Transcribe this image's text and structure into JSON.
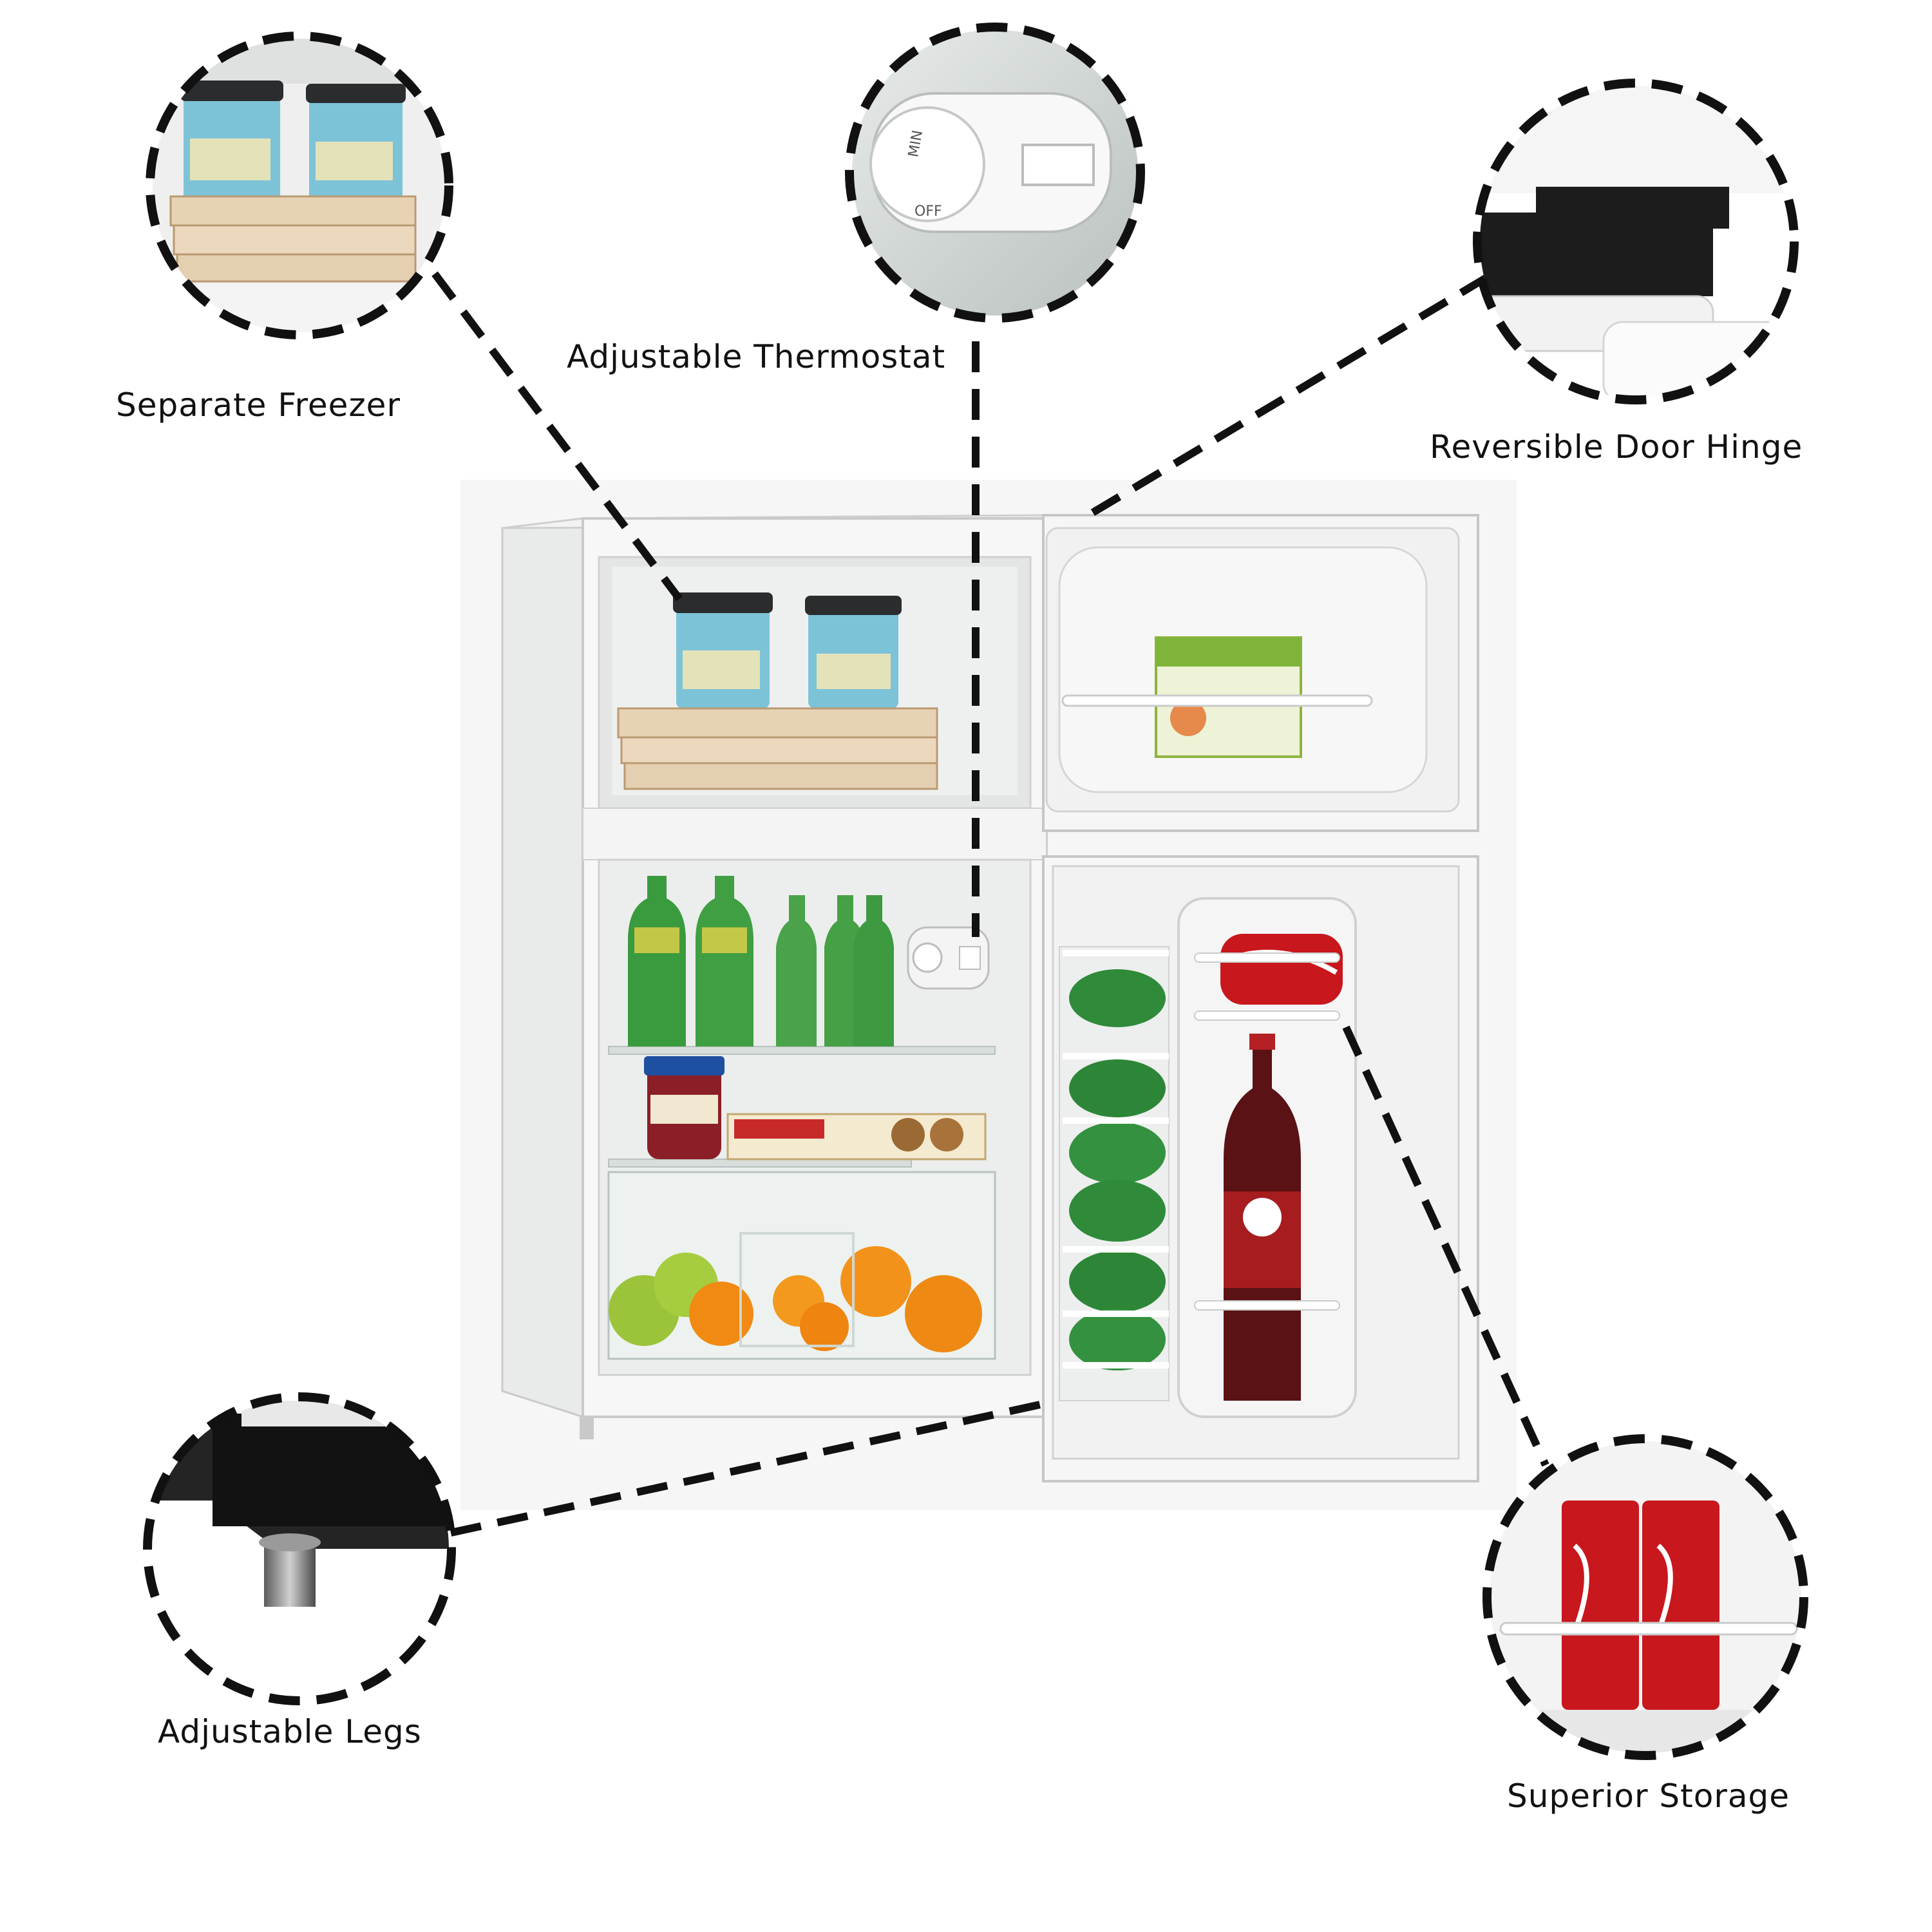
{
  "labels": {
    "separate_freezer": "Separate Freezer",
    "adjustable_thermostat": "Adjustable Thermostat",
    "reversible_door_hinge": "Reversible Door Hinge",
    "adjustable_legs": "Adjustable Legs",
    "superior_storage": "Superior Storage"
  },
  "thermostat_dial": {
    "min": "MIN",
    "off": "OFF"
  },
  "colors": {
    "callout_dash": "#111111",
    "fridge_body": "#f4f5f4",
    "interior": "#eef0ef",
    "shadow_panel": "#e9eaea",
    "hinge_black": "#1c1c1c",
    "can_red": "#c8171d",
    "can_green": "#2f8a3a",
    "orange": "#f08a12",
    "lime": "#9cc43a"
  },
  "icons": [
    "callout-circle",
    "dashed-leader-line"
  ]
}
